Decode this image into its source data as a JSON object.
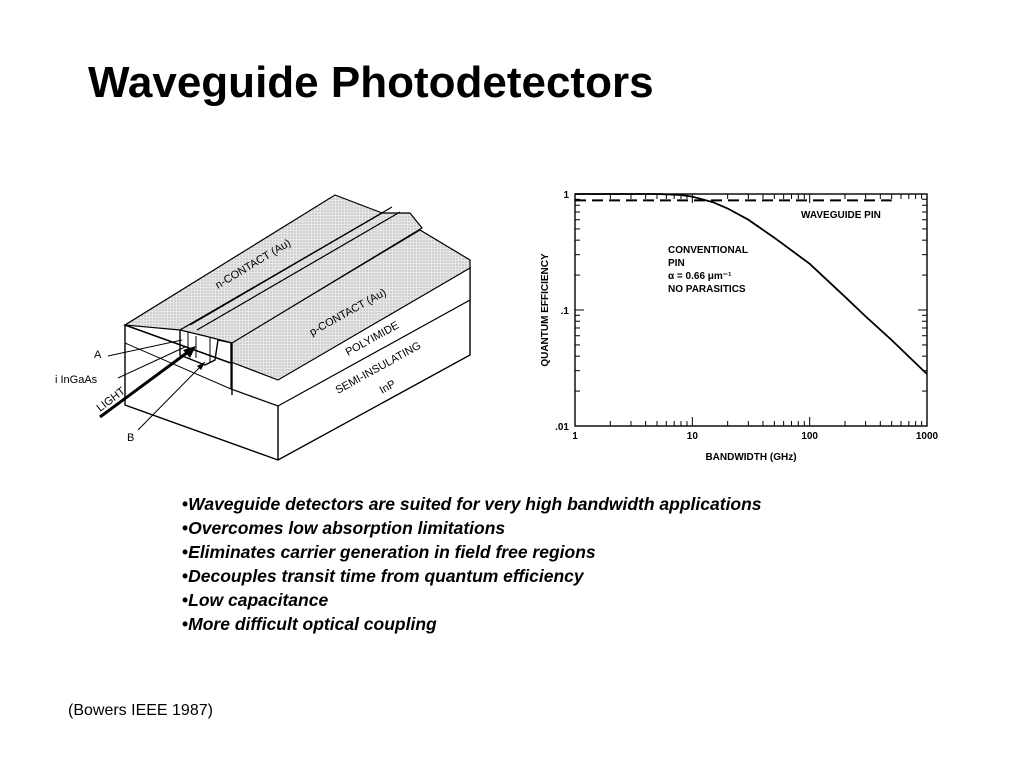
{
  "slide": {
    "title": "Waveguide Photodetectors",
    "citation": "(Bowers IEEE 1987)",
    "bullets": [
      "Waveguide detectors are suited for very high bandwidth applications",
      "Overcomes low absorption limitations",
      "Eliminates carrier generation in field free regions",
      "Decouples transit time from quantum efficiency",
      "Low capacitance",
      "More difficult optical coupling"
    ]
  },
  "device_diagram": {
    "labels": {
      "n_contact": "n-CONTACT (Au)",
      "p_contact": "p-CONTACT (Au)",
      "polyimide": "POLYIMIDE",
      "semi_insulating": "SEMI-INSULATING",
      "inp": "InP",
      "a": "A",
      "ingaas": "i InGaAs",
      "light": "LIGHT",
      "b": "B"
    }
  },
  "chart_data": {
    "type": "line",
    "xlabel": "BANDWIDTH (GHz)",
    "ylabel": "QUANTUM EFFICIENCY",
    "x_scale": "log",
    "y_scale": "log",
    "xlim": [
      1,
      1000
    ],
    "ylim": [
      0.01,
      1
    ],
    "x_ticks": [
      "1",
      "10",
      "100",
      "1000"
    ],
    "y_ticks": [
      "1",
      ".1",
      ".01"
    ],
    "series": [
      {
        "name": "WAVEGUIDE PIN",
        "style": "dashed",
        "x": [
          1,
          500
        ],
        "y": [
          0.88,
          0.88
        ]
      },
      {
        "name": "CONVENTIONAL PIN",
        "style": "solid",
        "x": [
          1,
          5,
          8,
          10,
          15,
          20,
          30,
          50,
          100,
          200,
          300,
          500,
          1000
        ],
        "y": [
          1.0,
          1.0,
          0.98,
          0.95,
          0.85,
          0.75,
          0.6,
          0.42,
          0.25,
          0.13,
          0.088,
          0.055,
          0.028
        ]
      }
    ],
    "annotations": {
      "waveguide": "WAVEGUIDE PIN",
      "conventional_lines": [
        "CONVENTIONAL",
        "PIN",
        "α = 0.66 μm⁻¹",
        "NO PARASITICS"
      ]
    }
  }
}
